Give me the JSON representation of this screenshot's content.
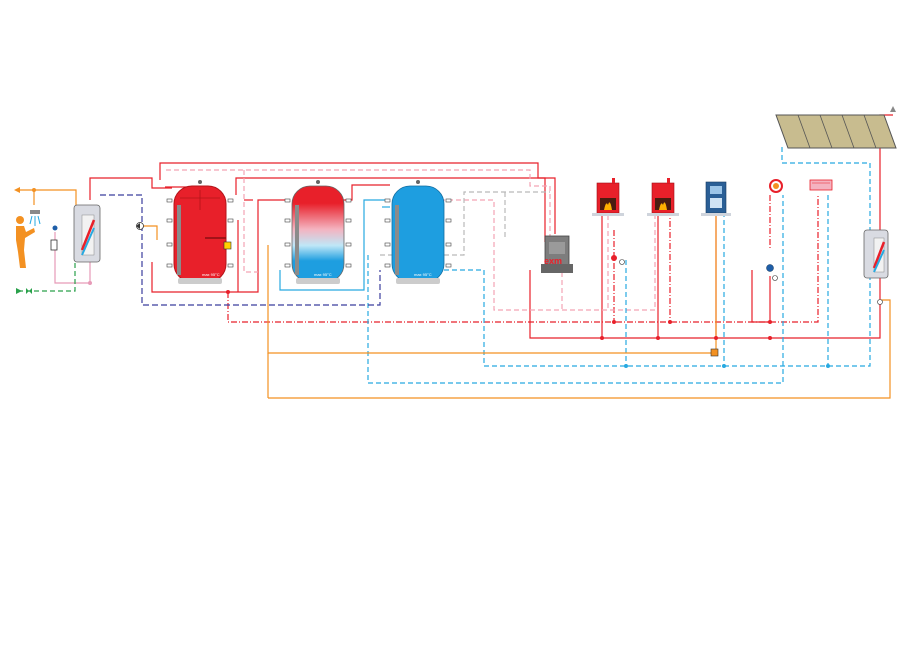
{
  "diagram": {
    "title": "",
    "tank_labels": {
      "tank1": "max 95°C",
      "tank2": "max 95°C",
      "tank3": "max 95°C"
    },
    "boiler_brand": "exm",
    "colors": {
      "hot_flow": "#e8202a",
      "hot_return_light": "#f4a3b5",
      "cold_return": "#27a9e1",
      "domestic_hot": "#f39122",
      "circulation": "#3b3e9e",
      "cold_water": "#2aa14b",
      "grey_return": "#b9b9b9",
      "tank_red": "#e8202a",
      "tank_blue": "#1e9ee0",
      "solar_panel": "#c8bc8f"
    },
    "components": [
      {
        "id": "shower-user",
        "icon": "person-shower-icon"
      },
      {
        "id": "fresh-water-station",
        "icon": "heat-exchanger-icon"
      },
      {
        "id": "buffer-tank-hot",
        "icon": "red-tank-icon"
      },
      {
        "id": "buffer-tank-stratified",
        "icon": "gradient-tank-icon"
      },
      {
        "id": "buffer-tank-cold",
        "icon": "blue-tank-icon"
      },
      {
        "id": "gas-boiler",
        "icon": "boiler-icon"
      },
      {
        "id": "stove-1",
        "icon": "stove-flame-icon"
      },
      {
        "id": "stove-2",
        "icon": "stove-flame-icon"
      },
      {
        "id": "solid-fuel-boiler",
        "icon": "solid-fuel-boiler-icon"
      },
      {
        "id": "heat-pump",
        "icon": "heat-pump-circle-icon"
      },
      {
        "id": "radiator",
        "icon": "radiator-icon"
      },
      {
        "id": "solar-collector",
        "icon": "solar-panel-icon"
      },
      {
        "id": "solar-station",
        "icon": "solar-station-icon"
      }
    ]
  }
}
